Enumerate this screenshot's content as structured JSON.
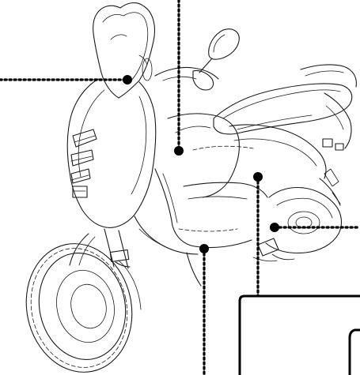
{
  "figure": {
    "subject": "scooter-line-drawing",
    "line_color": "#1a1a1a",
    "leader_color": "#000000",
    "background": "#ffffff"
  },
  "callouts": [
    {
      "id": "callout-windshield-left",
      "direction": "left"
    },
    {
      "id": "callout-front-panel-top",
      "direction": "up"
    },
    {
      "id": "callout-front-panel-bottom",
      "direction": "down"
    },
    {
      "id": "callout-side-panel",
      "direction": "down"
    },
    {
      "id": "callout-engine-right",
      "direction": "right"
    }
  ]
}
